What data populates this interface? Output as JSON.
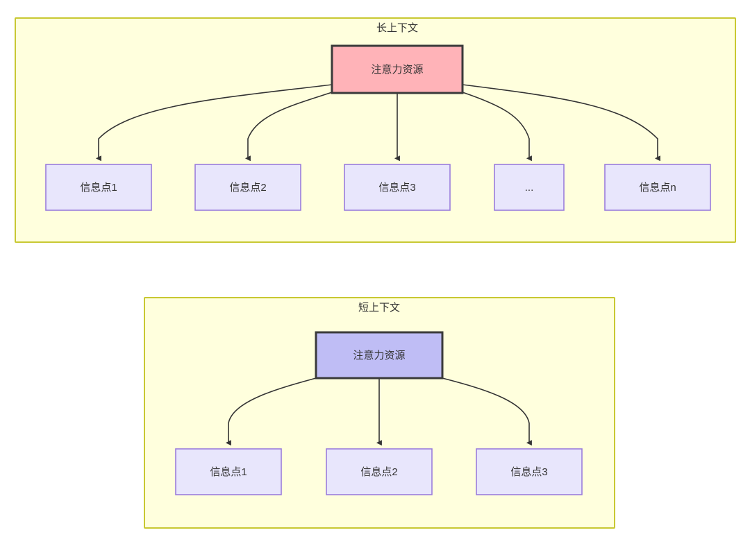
{
  "figure": {
    "type": "diagram",
    "background": "#ffffff",
    "panel_fill": "#ffffdd",
    "panel_stroke": "#c8c832",
    "edge_color": "#333333"
  },
  "panels": [
    {
      "id": "long-context",
      "title": "长上下文",
      "root": {
        "label": "注意力资源",
        "fill": "#ffb3b8",
        "stroke": "#3a3a3a"
      },
      "children": [
        {
          "label": "信息点1"
        },
        {
          "label": "信息点2"
        },
        {
          "label": "信息点3"
        },
        {
          "label": "..."
        },
        {
          "label": "信息点n"
        }
      ],
      "child_fill": "#e8e6fc",
      "child_stroke": "#9a7ddc"
    },
    {
      "id": "short-context",
      "title": "短上下文",
      "root": {
        "label": "注意力资源",
        "fill": "#bfbdf5",
        "stroke": "#3a3a3a"
      },
      "children": [
        {
          "label": "信息点1"
        },
        {
          "label": "信息点2"
        },
        {
          "label": "信息点3"
        }
      ],
      "child_fill": "#e8e6fc",
      "child_stroke": "#9a7ddc"
    }
  ]
}
